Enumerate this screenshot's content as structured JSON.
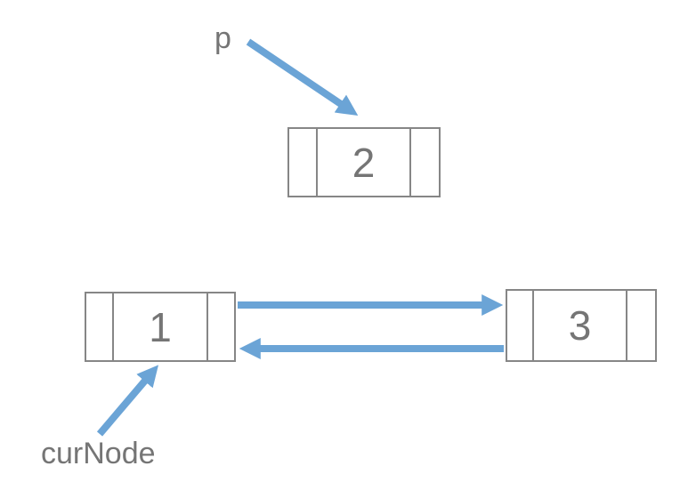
{
  "diagram": {
    "type": "doubly-linked-list",
    "colors": {
      "arrow": "#6BA4D6",
      "node_border": "#868686",
      "text": "#757575",
      "background": "#ffffff"
    },
    "labels": {
      "p": "p",
      "curnode": "curNode"
    },
    "nodes": [
      {
        "id": "node-2",
        "value": "2"
      },
      {
        "id": "node-1",
        "value": "1"
      },
      {
        "id": "node-3",
        "value": "3"
      }
    ],
    "arrows": [
      {
        "id": "p-pointer",
        "from": "label-p",
        "to": "node-2"
      },
      {
        "id": "next-pointer",
        "from": "node-1.next",
        "to": "node-3"
      },
      {
        "id": "prev-pointer",
        "from": "node-3.prev",
        "to": "node-1"
      },
      {
        "id": "curnode-pointer",
        "from": "label-curnode",
        "to": "node-1"
      }
    ]
  }
}
